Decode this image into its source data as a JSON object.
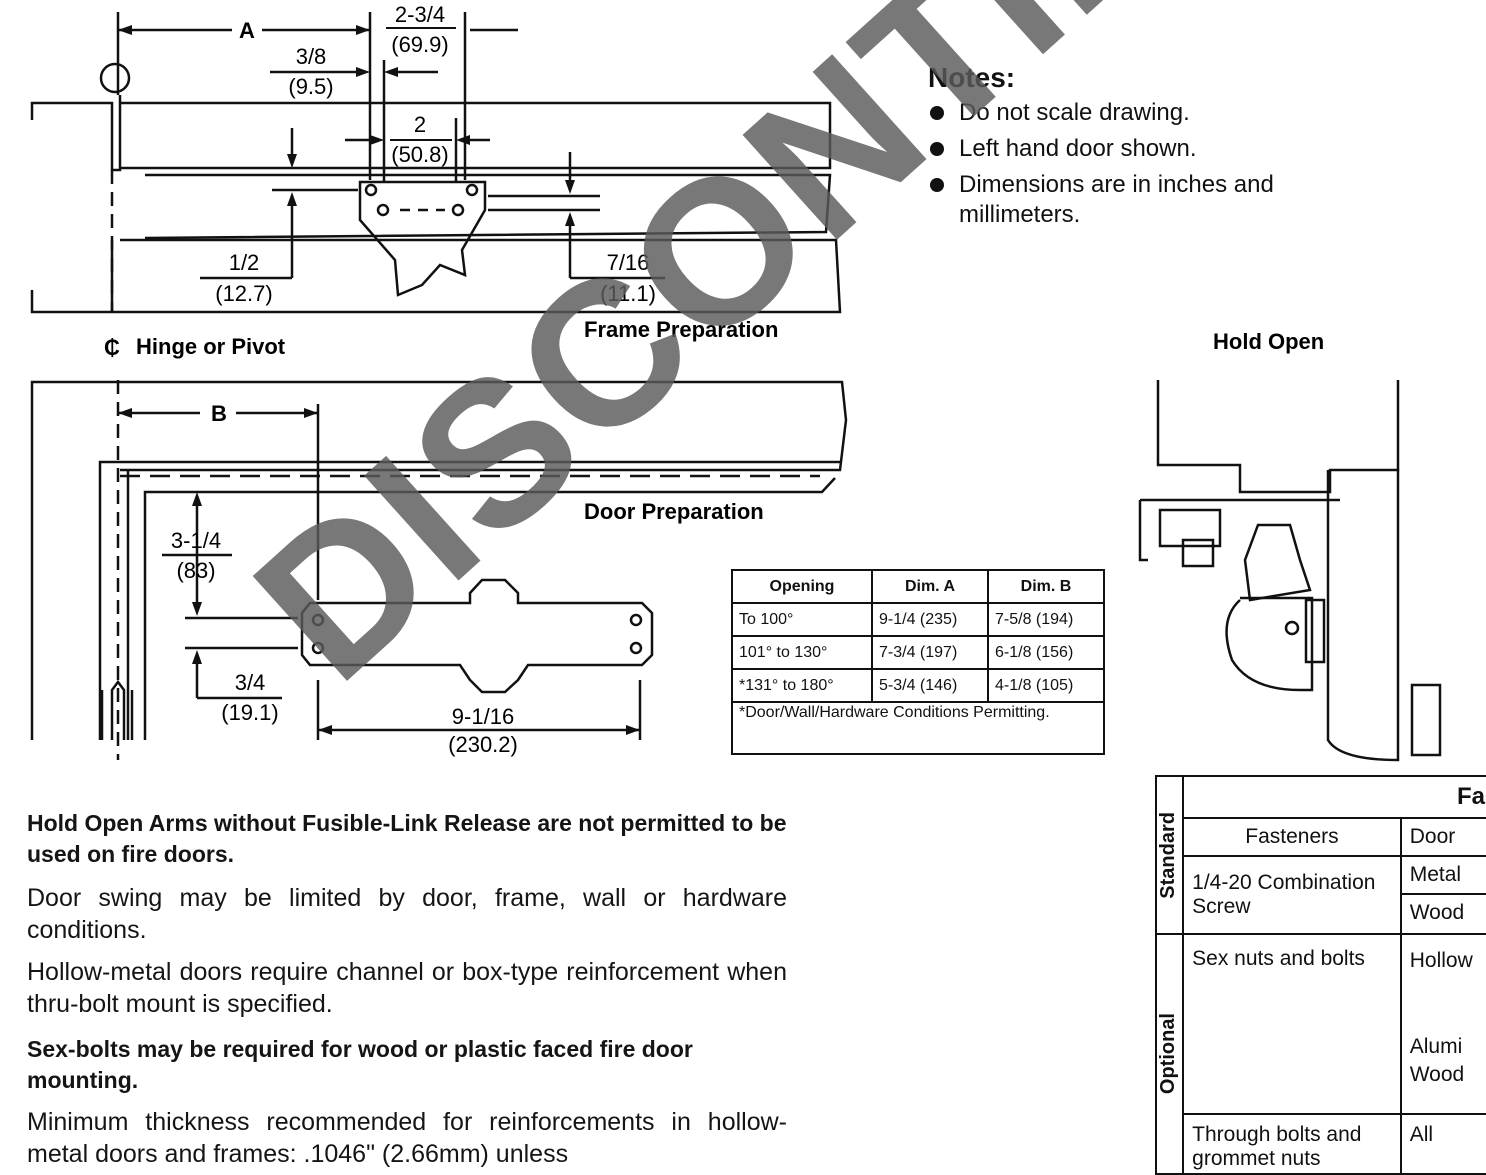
{
  "frame": {
    "dim_a": "A",
    "dim_2_3_4": "2-3/4",
    "dim_69_9": "(69.9)",
    "dim_3_8": "3/8",
    "dim_9_5": "(9.5)",
    "dim_2": "2",
    "dim_50_8": "(50.8)",
    "dim_1_2": "1/2",
    "dim_12_7": "(12.7)",
    "dim_7_16": "7/16",
    "dim_11_1": "(11.1)",
    "title": "Frame Preparation",
    "hinge_label": "Hinge or Pivot",
    "hinge_symbol": "₵"
  },
  "door": {
    "dim_b": "B",
    "dim_3_1_4": "3-1/4",
    "dim_83": "(83)",
    "dim_3_4": "3/4",
    "dim_19_1": "(19.1)",
    "dim_9_1_16": "9-1/16",
    "dim_230_2": "(230.2)",
    "title": "Door Preparation"
  },
  "notes": {
    "title": "Notes:",
    "items": [
      "Do not scale drawing.",
      "Left hand door shown.",
      "Dimensions are in inches and millimeters."
    ]
  },
  "hold_open": {
    "title": "Hold Open"
  },
  "dim_table": {
    "headers": [
      "Opening",
      "Dim. A",
      "Dim. B"
    ],
    "rows": [
      [
        "To 100°",
        "9-1/4 (235)",
        "7-5/8 (194)"
      ],
      [
        "101° to 130°",
        "7-3/4 (197)",
        "6-1/8 (156)"
      ],
      [
        "*131° to 180°",
        "5-3/4 (146)",
        "4-1/8 (105)"
      ]
    ],
    "footnote": "*Door/Wall/Hardware Conditions Permitting."
  },
  "paragraphs": [
    "Hold Open Arms without Fusible-Link Release are not permitted to be used on fire doors.",
    "Door swing may be limited by door, frame, wall or hardware conditions.",
    "Hollow-metal doors require channel or box-type reinforcement when thru-bolt mount is specified.",
    "Sex-bolts may be required for wood or plastic faced fire door mounting.",
    "Minimum thickness recommended for reinforcements in hollow-metal doors and frames: .1046\" (2.66mm) unless"
  ],
  "fasteners_table": {
    "title": "Fa",
    "standard_label": "Standard",
    "optional_label": "Optional",
    "col_fasteners": "Fasteners",
    "col_door": "Door",
    "rows": {
      "combo": "1/4-20 Combination Screw",
      "metal": "Metal",
      "wood": "Wood",
      "sex": "Sex nuts and bolts",
      "hollow": "Hollow",
      "alumi": "Alumi",
      "wood2": "Wood",
      "through": "Through bolts and grommet nuts",
      "all": "All"
    }
  },
  "watermark": "DISCONTINUED"
}
